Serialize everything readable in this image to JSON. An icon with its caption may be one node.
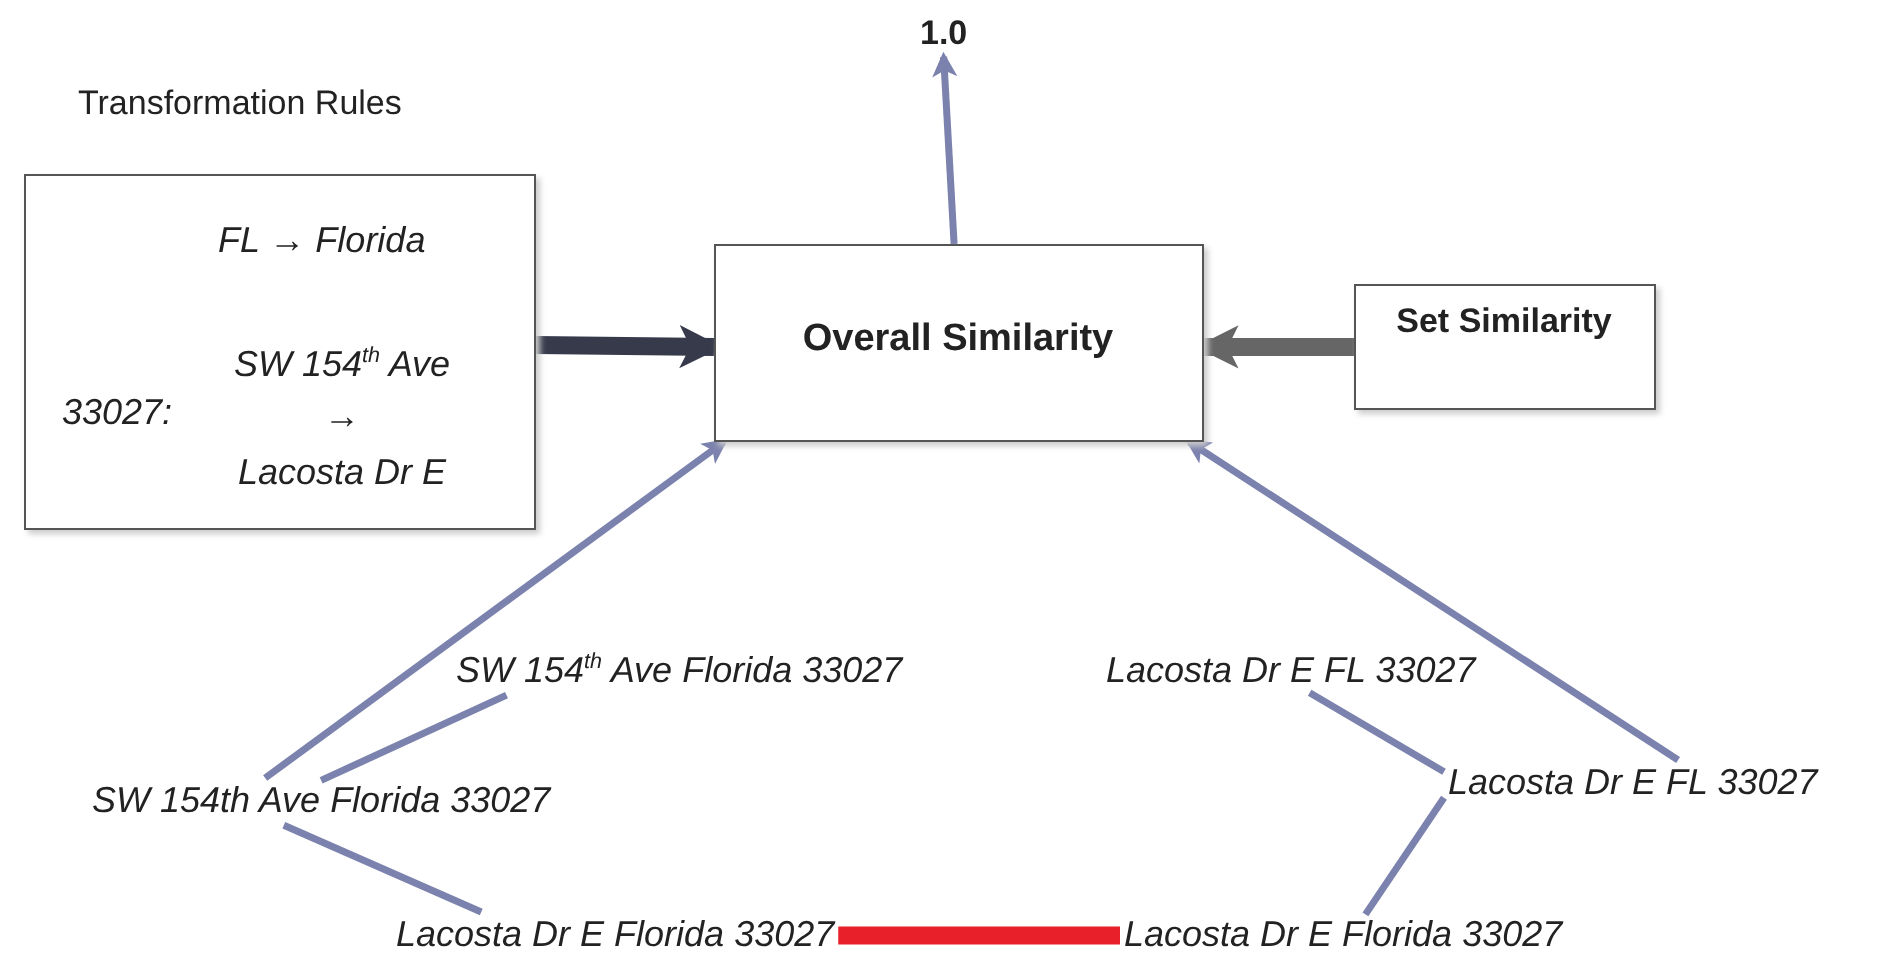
{
  "diagram": {
    "nodes": [
      {
        "text": [
          "1.0"
        ]
      },
      {
        "text": [
          "Transformation Rules",
          "FL → Florida",
          "33027:",
          "SW 154$^{th}$ Ave",
          "→",
          "Lacosta Dr E"
        ]
      },
      {
        "text": [
          "Overall Similarity"
        ]
      },
      {
        "text": [
          "Set Similarity"
        ]
      },
      {
        "text": [
          "SW 154$^{th}$ Ave Florida 33027"
        ]
      },
      {
        "text": [
          "Lacosta Dr E FL 33027"
        ]
      },
      {
        "text": [
          "SW 154th Ave Florida 33027"
        ]
      },
      {
        "text": [
          "Lacosta Dr E FL 33027"
        ]
      },
      {
        "text": [
          "Lacosta Dr E Florida 33027"
        ]
      },
      {
        "text": [
          "Lacosta Dr E Florida 33027"
        ]
      }
    ],
    "edges": [
      {
        "from": 1,
        "to": 2,
        "arrow": "to",
        "style": "thick",
        "color": "#363a4a"
      },
      {
        "from": 3,
        "to": 2,
        "arrow": "to",
        "style": "thick",
        "color": "#666666"
      },
      {
        "from": 2,
        "to": 0,
        "arrow": "to"
      },
      {
        "from": 6,
        "to": 2,
        "arrow": "to"
      },
      {
        "from": 7,
        "to": 2,
        "arrow": "to"
      },
      {
        "from": 6,
        "to": 4,
        "arrow": "none"
      },
      {
        "from": 6,
        "to": 8,
        "arrow": "none"
      },
      {
        "from": 7,
        "to": 5,
        "arrow": "none"
      },
      {
        "from": 7,
        "to": 9,
        "arrow": "none"
      },
      {
        "from": 8,
        "to": 9,
        "arrow": "none",
        "style": "thick",
        "color": "#e8202a"
      }
    ]
  }
}
